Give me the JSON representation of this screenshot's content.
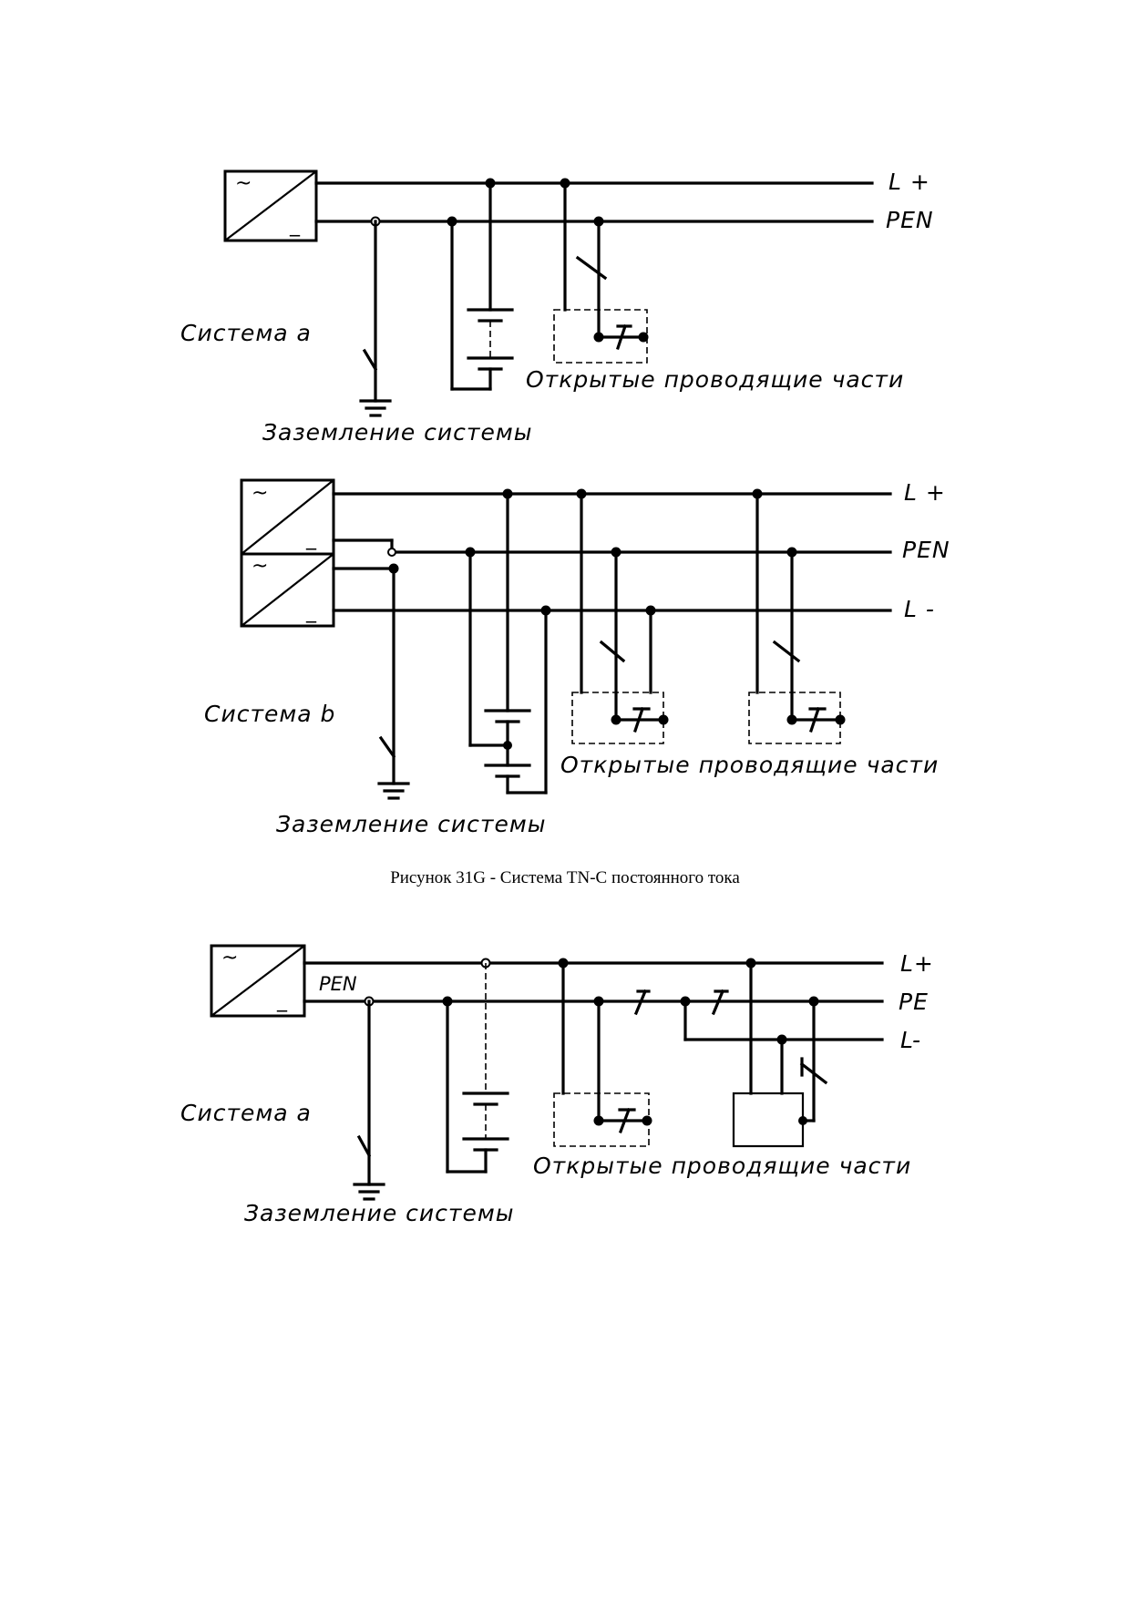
{
  "caption": "Рисунок 31G - Система TN-C постоянного тока",
  "diagram_a": {
    "system_label": "Система a",
    "bus_labels": [
      "L +",
      "PEN"
    ],
    "conductive_parts_label": "Открытые проводящие части",
    "earthing_label": "Заземление системы",
    "source_symbols": [
      "~",
      "_"
    ]
  },
  "diagram_b": {
    "system_label": "Система b",
    "bus_labels": [
      "L +",
      "PEN",
      "L -"
    ],
    "conductive_parts_label": "Открытые проводящие части",
    "earthing_label": "Заземление системы",
    "source_symbols": [
      "~",
      "_",
      "~",
      "_"
    ]
  },
  "diagram_c": {
    "system_label": "Система a",
    "pen_label": "PEN",
    "bus_labels": [
      "L+",
      "PE",
      "L-"
    ],
    "conductive_parts_label": "Открытые проводящие части",
    "earthing_label": "Заземление системы",
    "source_symbols": [
      "~",
      "_"
    ]
  }
}
